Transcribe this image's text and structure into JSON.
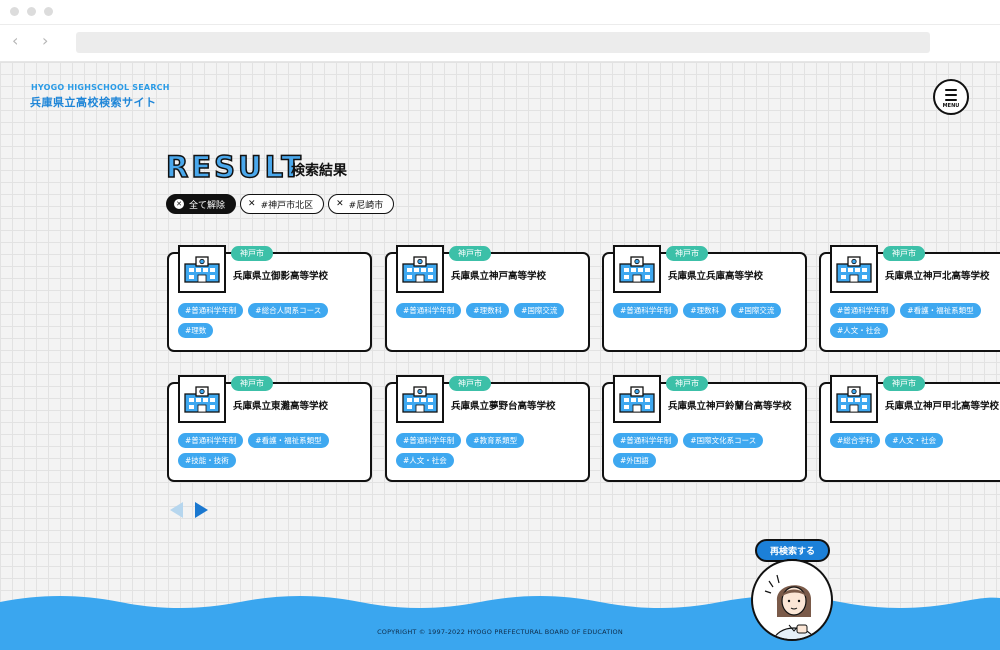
{
  "browser": {
    "back": "‹",
    "forward": "›"
  },
  "header": {
    "logo_en": "HYOGO HIGHSCHOOL SEARCH",
    "logo_ja": "兵庫県立高校検索サイト",
    "menu_label": "MENU"
  },
  "result": {
    "title": "RESULT",
    "subtitle": "検索結果"
  },
  "filters": {
    "clear_all": "全て解除",
    "chips": [
      "#神戸市北区",
      "#尼崎市"
    ]
  },
  "cards": [
    {
      "area": "神戸市",
      "name": "兵庫県立御影高等学校",
      "tags": [
        "#普通科学年制",
        "#総合人間系コース",
        "#理数"
      ]
    },
    {
      "area": "神戸市",
      "name": "兵庫県立神戸高等学校",
      "tags": [
        "#普通科学年制",
        "#理数科",
        "#国際交流"
      ]
    },
    {
      "area": "神戸市",
      "name": "兵庫県立兵庫高等学校",
      "tags": [
        "#普通科学年制",
        "#理数科",
        "#国際交流"
      ]
    },
    {
      "area": "神戸市",
      "name": "兵庫県立神戸北高等学校",
      "tags": [
        "#普通科学年制",
        "#看護・福祉系類型",
        "#人文・社会"
      ]
    },
    {
      "area": "神戸市",
      "name": "兵庫県立東灘高等学校",
      "tags": [
        "#普通科学年制",
        "#看護・福祉系類型",
        "#技能・技術"
      ]
    },
    {
      "area": "神戸市",
      "name": "兵庫県立夢野台高等学校",
      "tags": [
        "#普通科学年制",
        "#教育系類型",
        "#人文・社会"
      ]
    },
    {
      "area": "神戸市",
      "name": "兵庫県立神戸鈴蘭台高等学校",
      "tags": [
        "#普通科学年制",
        "#国際文化系コース",
        "#外国語"
      ]
    },
    {
      "area": "神戸市",
      "name": "兵庫県立神戸甲北高等学校",
      "tags": [
        "#総合学科",
        "#人文・社会"
      ]
    }
  ],
  "footer": {
    "copyright": "COPYRIGHT © 1997-2022 HYOGO PREFECTURAL BOARD OF EDUCATION",
    "research_button": "再検索する"
  },
  "colors": {
    "accent": "#3ea8f0",
    "area_badge": "#3cc0a8",
    "wave": "#3aa6ef"
  }
}
